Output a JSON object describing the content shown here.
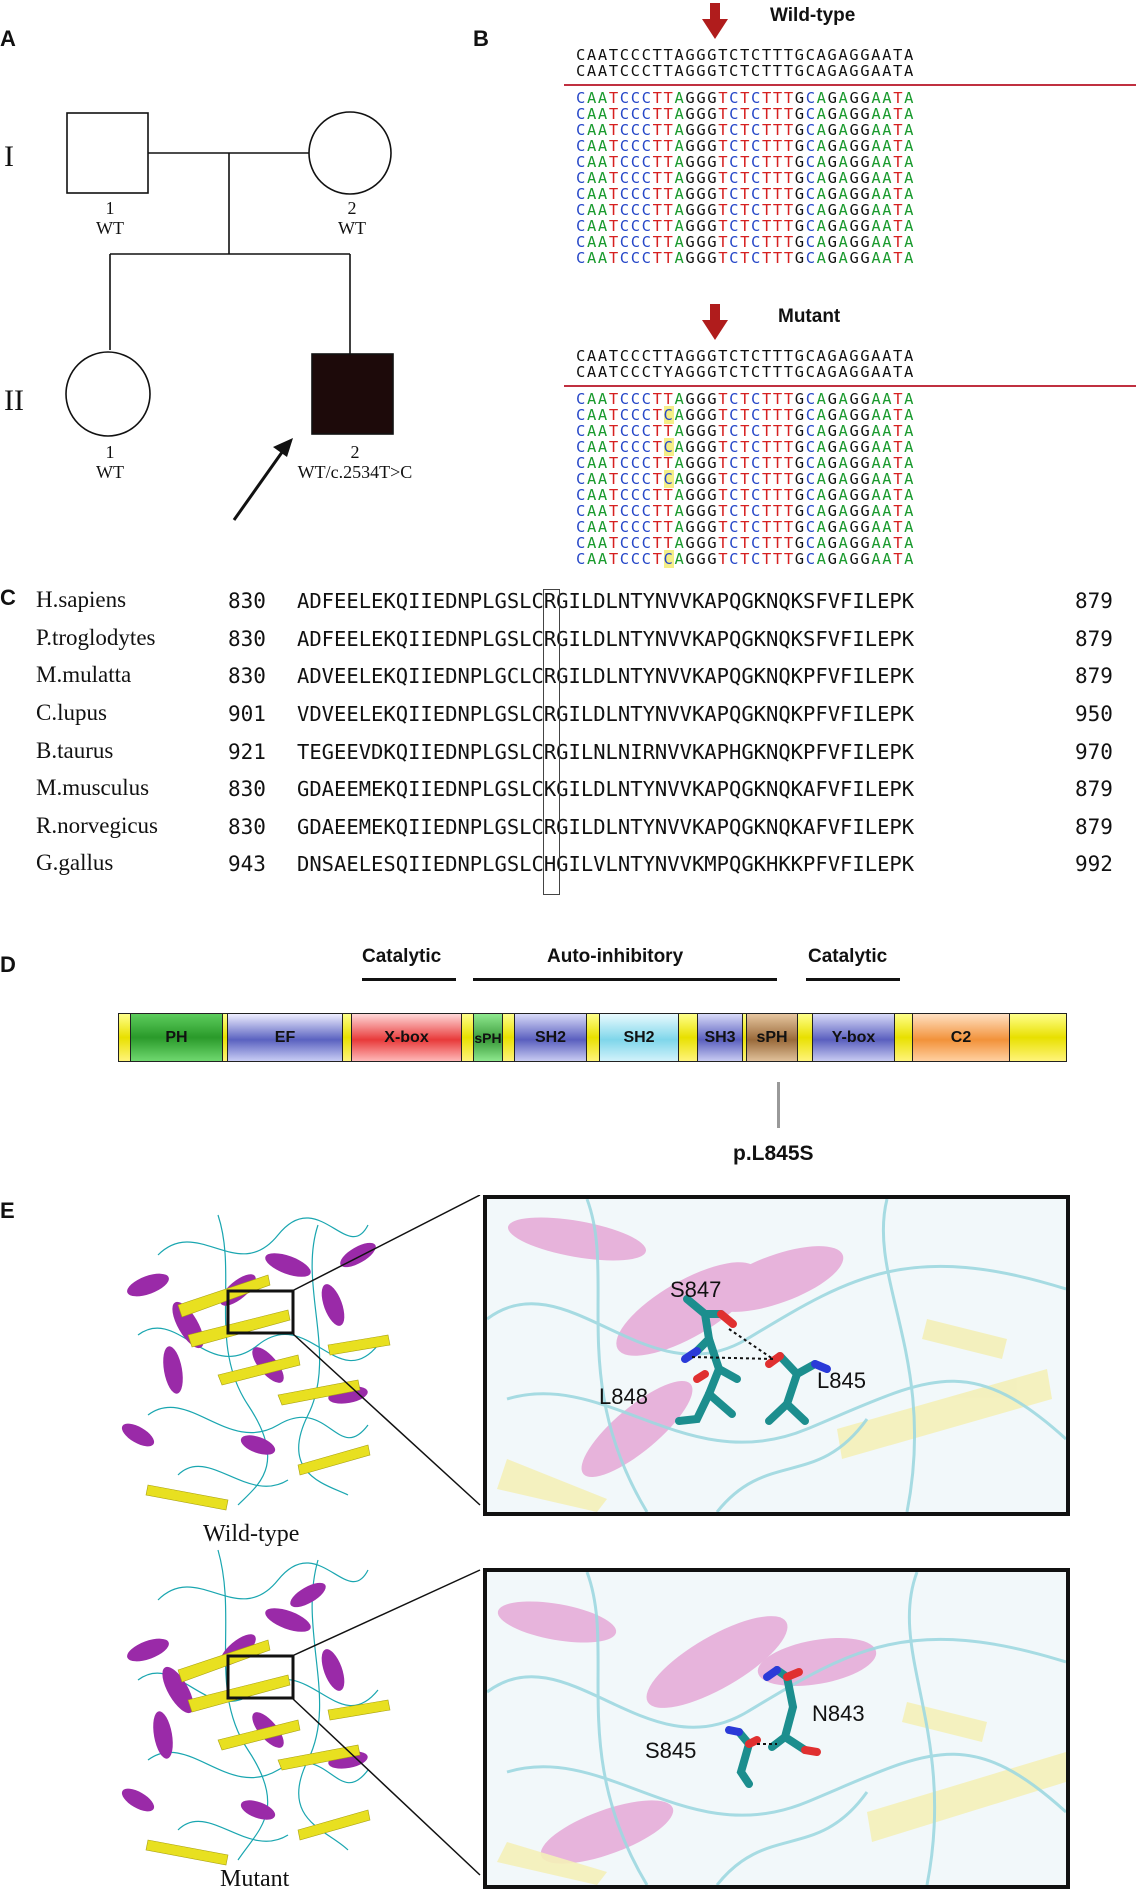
{
  "panels": {
    "a": "A",
    "b": "B",
    "c": "C",
    "d": "D",
    "e": "E"
  },
  "pedigree": {
    "gen1": "I",
    "gen2": "II",
    "i1_num": "1",
    "i1_geno": "WT",
    "i2_num": "2",
    "i2_geno": "WT",
    "ii1_num": "1",
    "ii1_geno": "WT",
    "ii2_num": "2",
    "ii2_geno": "WT/c.2534T>C"
  },
  "sequencing": {
    "wt_title": "Wild-type",
    "mut_title": "Mutant",
    "wt_ref1": "CAATCCCTTAGGGTCTCTTTGCAGAGGAATA",
    "wt_ref2": "CAATCCCTTAGGGTCTCTTTGCAGAGGAATA",
    "mut_ref1": "CAATCCCTTAGGGTCTCTTTGCAGAGGAATA",
    "mut_ref2": "CAATCCCTYAGGGTCTCTTTGCAGAGGAATA",
    "wt_read": "CAATCCCTTAGGGTCTCTTTGCAGAGGAATA",
    "mut_read_t": "CAATCCCTTAGGGTCTCTTTGCAGAGGAATA",
    "mut_read_c": "CAATCCCTCAGGGTCTCTTTGCAGAGGAATA",
    "mut_c_rows": [
      1,
      3,
      5,
      10
    ],
    "rows": 11,
    "colors": {
      "A": "#1a9a2e",
      "C": "#2748c8",
      "G": "#111111",
      "T": "#d62020",
      "highlight": "#f5ef88",
      "arrow": "#b01c1c"
    }
  },
  "alignment": [
    {
      "species": "H.sapiens",
      "start": "830",
      "pre": "ADFEELEKQIIEDNPLGS",
      "mid": "L",
      "post": "CRGILDLNTYNVVKAPQGKNQKSFVFILEPK",
      "end": "879"
    },
    {
      "species": "P.troglodytes",
      "start": "830",
      "pre": "ADFEELEKQIIEDNPLGS",
      "mid": "L",
      "post": "CRGILDLNTYNVVKAPQGKNQKSFVFILEPK",
      "end": "879"
    },
    {
      "species": "M.mulatta",
      "start": "830",
      "pre": "ADVEELEKQIIEDNPLGC",
      "mid": "L",
      "post": "CRGILDLNTYNVVKAPQGKNQKPFVFILEPK",
      "end": "879"
    },
    {
      "species": "C.lupus",
      "start": "901",
      "pre": "VDVEELEKQIIEDNPLGS",
      "mid": "L",
      "post": "CRGILDLNTYNVVKAPQGKNQKPFVFILEPK",
      "end": "950"
    },
    {
      "species": "B.taurus",
      "start": "921",
      "pre": "TEGEEVDKQIIEDNPLGS",
      "mid": "L",
      "post": "CRGILNLNIRNVVKAPHGKNQKPFVFILEPK",
      "end": "970"
    },
    {
      "species": "M.musculus",
      "start": "830",
      "pre": "GDAEEMEKQIIEDNPLGS",
      "mid": "L",
      "post": "CKGILDLNTYNVVKAPQGKNQKAFVFILEPK",
      "end": "879"
    },
    {
      "species": "R.norvegicus",
      "start": "830",
      "pre": "GDAEEMEKQIIEDNPLGS",
      "mid": "L",
      "post": "CRGILDLNTYNVVKAPQGKNQKAFVFILEPK",
      "end": "879"
    },
    {
      "species": "G.gallus",
      "start": "943",
      "pre": "DNSAELESQIIEDNPLGS",
      "mid": "L",
      "post": "CHGILVLNTYNVVKMPQGKHKKPFVFILEPK",
      "end": "992"
    }
  ],
  "domains": {
    "header_catalytic1": "Catalytic",
    "header_autoinhib": "Auto-inhibitory",
    "header_catalytic2": "Catalytic",
    "items": [
      "PH",
      "EF",
      "X-box",
      "sPH",
      "SH2",
      "SH2",
      "SH3",
      "sPH",
      "Y-box",
      "C2"
    ],
    "mutation": "p.L845S",
    "colors": {
      "PH": "#3aa83a",
      "EF": "#5a62c0",
      "X-box": "#e84848",
      "sPH_green": "#4aa84a",
      "SH2_blue": "#5a5fbf",
      "SH2_cyan": "#7fd6ea",
      "SH3": "#5a5fbf",
      "sPH_brown": "#9a6a3a",
      "Y-box": "#5a5fbf",
      "C2": "#f2923a",
      "bar": "#f0ea20"
    }
  },
  "structure": {
    "wt_label": "Wild-type",
    "mut_label": "Mutant",
    "wt_residues": {
      "r1": "S847",
      "r2": "L845",
      "r3": "L848"
    },
    "mut_residues": {
      "r1": "N843",
      "r2": "S845"
    },
    "colors": {
      "helix": "#9a2aa8",
      "sheet": "#e8e020",
      "coil": "#1aa6b0",
      "stick": "#1c8e8e",
      "oxygen": "#e03030",
      "nitrogen": "#2a3ad8"
    }
  }
}
